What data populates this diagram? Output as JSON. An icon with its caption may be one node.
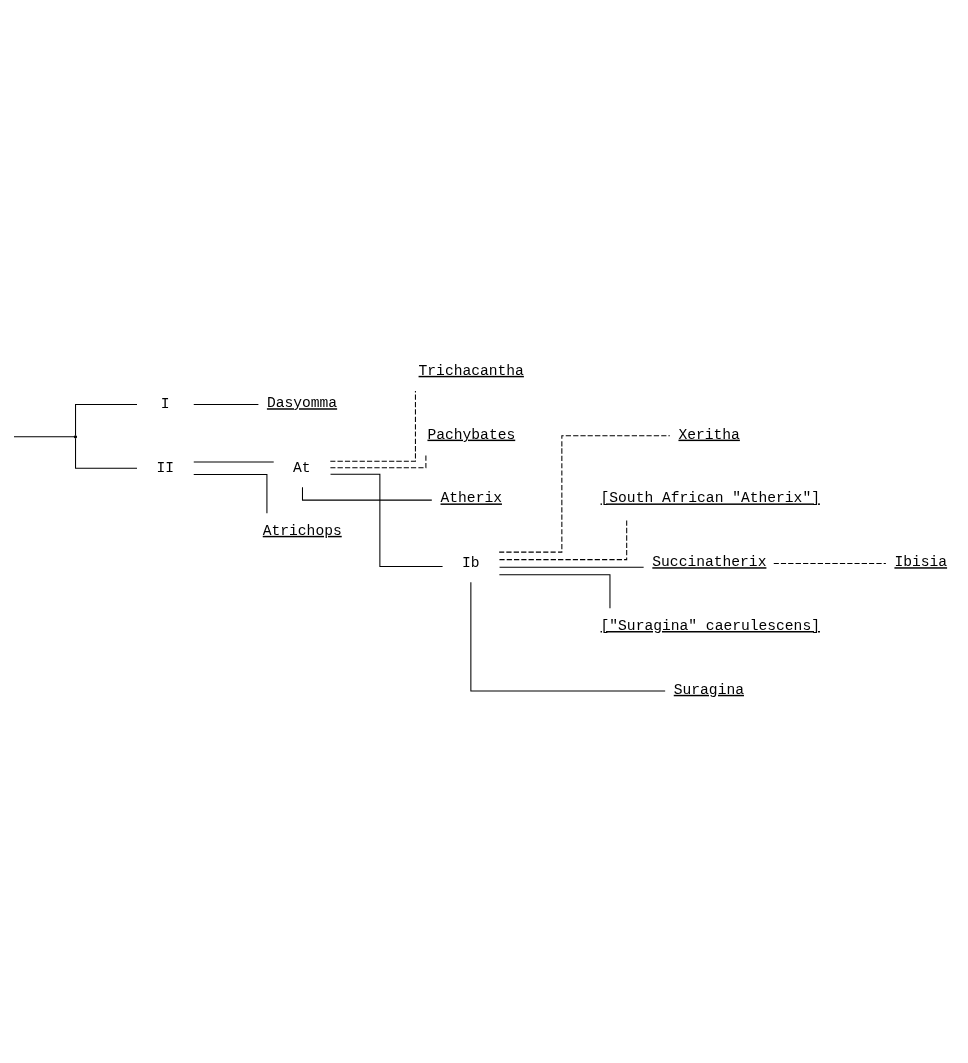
{
  "diagram": {
    "nodes": [
      {
        "text": [
          "I"
        ]
      },
      {
        "text": [
          "Dasyomma"
        ]
      },
      {
        "text": [
          "Trichacantha"
        ]
      },
      {
        "text": [
          "Pachybates"
        ]
      },
      {
        "text": [],
        "shape": "point"
      },
      {
        "text": [
          "II"
        ]
      },
      {
        "text": [
          "At"
        ]
      },
      {
        "text": [
          "Atherix"
        ]
      },
      {
        "text": [
          "Xeritha"
        ]
      },
      {
        "text": [
          "[South African \"Atherix\"]"
        ]
      },
      {
        "text": [
          "Ib"
        ]
      },
      {
        "text": [
          "Succinatherix"
        ]
      },
      {
        "text": [
          "Ibisia"
        ]
      },
      {
        "text": [
          "[\"Suragina\" caerulescens]"
        ]
      },
      {
        "text": [
          "Suragina"
        ]
      },
      {
        "text": [
          "Atrichops"
        ]
      }
    ],
    "edges": [
      {
        "from": null,
        "to": 4,
        "arrow": "none"
      },
      {
        "from": 4,
        "to": 0,
        "arrow": "none"
      },
      {
        "from": 4,
        "to": 5,
        "arrow": "none"
      },
      {
        "from": 0,
        "to": 1,
        "arrow": "none"
      },
      {
        "from": 5,
        "to": 6,
        "arrow": "none"
      },
      {
        "from": 5,
        "to": 15,
        "arrow": "none"
      },
      {
        "from": 6,
        "to": 2,
        "arrow": "none",
        "style": "dashed"
      },
      {
        "from": 6,
        "to": 3,
        "arrow": "none",
        "style": "dashed"
      },
      {
        "from": 6,
        "to": 7,
        "arrow": "none"
      },
      {
        "from": 6,
        "to": 10,
        "arrow": "none"
      },
      {
        "from": 10,
        "to": 8,
        "arrow": "none",
        "style": "dashed"
      },
      {
        "from": 10,
        "to": 9,
        "arrow": "none",
        "style": "dashed"
      },
      {
        "from": 10,
        "to": 11,
        "arrow": "none"
      },
      {
        "from": 11,
        "to": 12,
        "arrow": "none",
        "style": "dashed"
      },
      {
        "from": 10,
        "to": 13,
        "arrow": "none"
      },
      {
        "from": 10,
        "to": 14,
        "arrow": "none"
      }
    ]
  }
}
